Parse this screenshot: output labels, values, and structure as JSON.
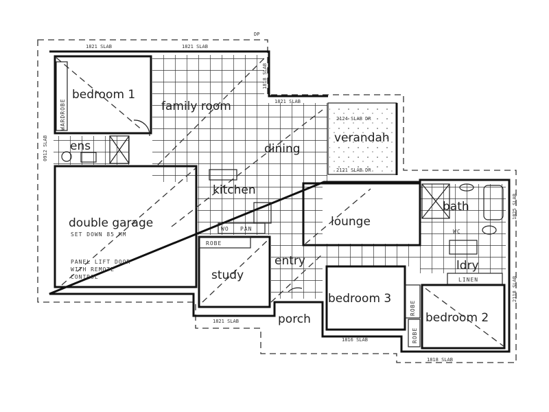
{
  "plan": {
    "rooms": {
      "bedroom1": "bedroom 1",
      "family": "family room",
      "dining": "dining",
      "verandah": "verandah",
      "ens": "ens",
      "kitchen": "kitchen",
      "garage": "double garage",
      "study": "study",
      "entry": "entry",
      "lounge": "lounge",
      "bath": "bath",
      "wc": "WC",
      "ldry": "ldry",
      "bedroom3": "bedroom 3",
      "bedroom2": "bedroom 2",
      "porch": "porch"
    },
    "notes": {
      "wardrobe": "WARDROBE",
      "garage_setdown": "SET DOWN 85 MM",
      "door1": "PANEL LIFT DOOR",
      "door2": "WITH REMOTE",
      "door3": "CONTROL",
      "robe_study": "ROBE",
      "robe_b3": "ROBE",
      "robe_b2": "ROBE",
      "linen": "LINEN",
      "wo": "WO",
      "pan": "PAN"
    },
    "dims": {
      "top1": "1821 SLAB",
      "top2": "1821 SLAB",
      "right1": "1818 SLAB",
      "top3": "1821 SLAB",
      "ver1": "2124 SLAB DR",
      "ver2": "2121 SLAB DR",
      "left1": "0912 SLAB",
      "bottom1": "1821 SLAB",
      "bottom2": "1816 SLAB",
      "bottom3": "1818 SLAB",
      "right2": "1825 SLAB",
      "right3": "2118 SLAB",
      "dp": "DP"
    }
  }
}
